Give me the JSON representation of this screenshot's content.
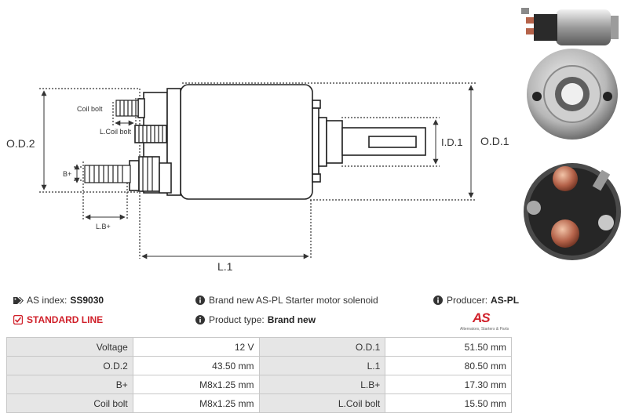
{
  "drawing": {
    "label_od2": "O.D.2",
    "label_od1": "O.D.1",
    "label_id1": "I.D.1",
    "label_coil_bolt": "Coil bolt",
    "label_lcoil_bolt": "L.Coil bolt",
    "label_bplus": "B+",
    "label_lbplus": "L.B+",
    "label_l1": "L.1"
  },
  "info": {
    "as_index_label": "AS index:",
    "as_index_value": "SS9030",
    "line_label": "STANDARD LINE",
    "description": "Brand new AS-PL Starter motor solenoid",
    "product_type_label": "Product type:",
    "product_type_value": "Brand new",
    "producer_label": "Producer:",
    "producer_value": "AS-PL"
  },
  "logo": {
    "mark": "AS",
    "tagline": "Alternators, Starters & Parts"
  },
  "specs": [
    {
      "k1": "Voltage",
      "v1": "12 V",
      "k2": "O.D.1",
      "v2": "51.50 mm"
    },
    {
      "k1": "O.D.2",
      "v1": "43.50 mm",
      "k2": "L.1",
      "v2": "80.50 mm"
    },
    {
      "k1": "B+",
      "v1": "M8x1.25 mm",
      "k2": "L.B+",
      "v2": "17.30 mm"
    },
    {
      "k1": "Coil bolt",
      "v1": "M8x1.25 mm",
      "k2": "L.Coil bolt",
      "v2": "15.50 mm"
    }
  ],
  "colors": {
    "accent_red": "#d0202a",
    "key_cell_bg": "#e6e6e6",
    "border": "#c8c8c8"
  }
}
